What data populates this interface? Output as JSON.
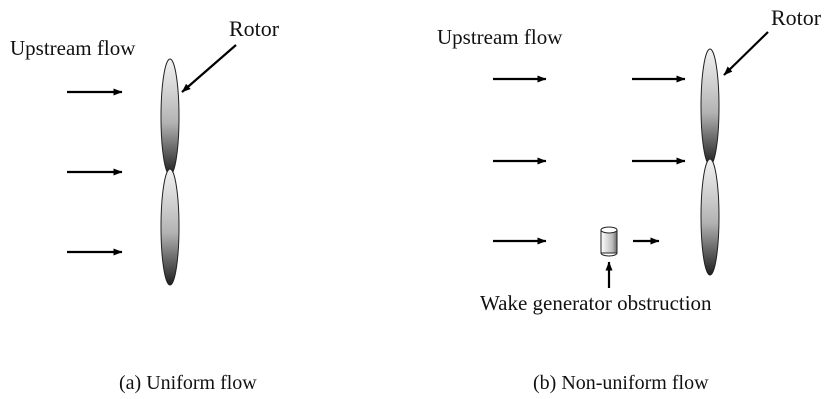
{
  "panel_a": {
    "upstream_label": "Upstream flow",
    "rotor_label": "Rotor",
    "caption": "(a) Uniform flow"
  },
  "panel_b": {
    "upstream_label": "Upstream flow",
    "rotor_label": "Rotor",
    "obstruction_label": "Wake generator obstruction",
    "caption": "(b) Non-uniform flow"
  }
}
